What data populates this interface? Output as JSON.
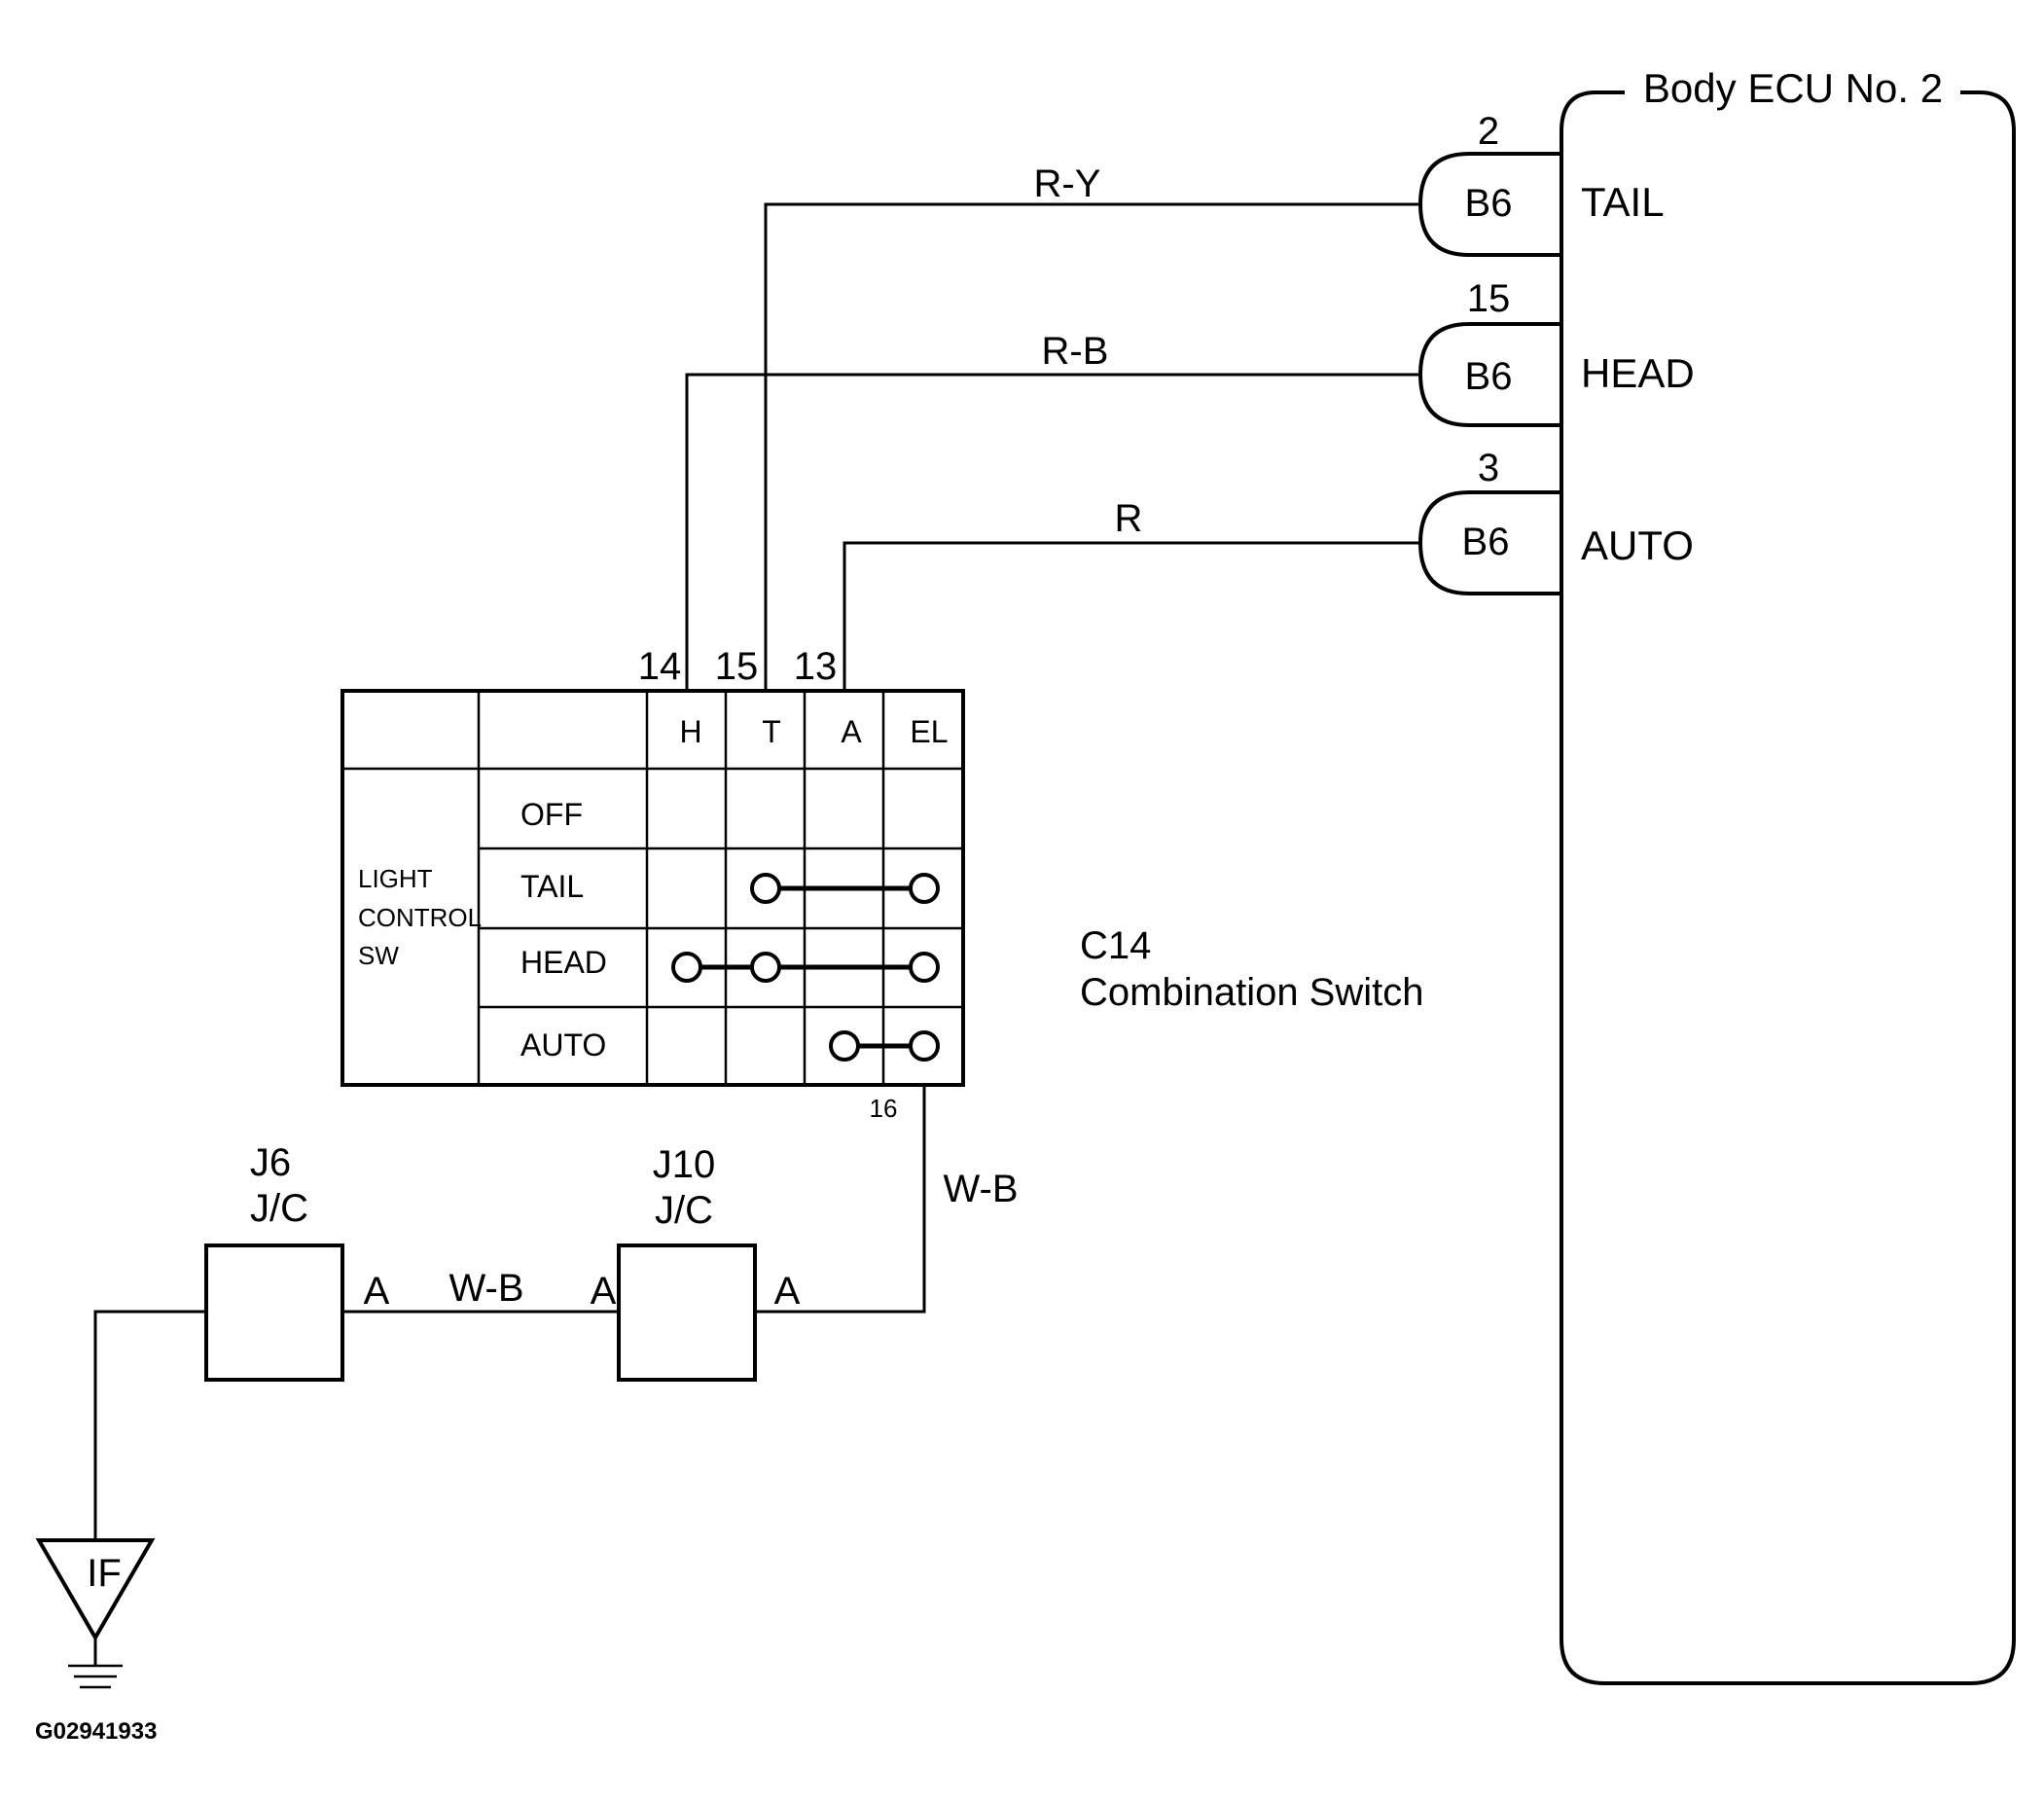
{
  "ecu": {
    "title": "Body ECU No. 2",
    "pins": [
      {
        "pin": "2",
        "connector": "B6",
        "signal": "TAIL",
        "wire": "R-Y"
      },
      {
        "pin": "15",
        "connector": "B6",
        "signal": "HEAD",
        "wire": "R-B"
      },
      {
        "pin": "3",
        "connector": "B6",
        "signal": "AUTO",
        "wire": "R"
      }
    ]
  },
  "switch": {
    "code": "C14",
    "name": "Combination Switch",
    "top_pins": [
      "14",
      "15",
      "13"
    ],
    "columns": [
      "H",
      "T",
      "A",
      "EL"
    ],
    "row_label": [
      "LIGHT",
      "CONTROL",
      "SW"
    ],
    "positions": [
      "OFF",
      "TAIL",
      "HEAD",
      "AUTO"
    ],
    "bottom_pin": "16",
    "ground_wire": "W-B"
  },
  "junctions": [
    {
      "code": "J6",
      "type": "J/C",
      "pin_right": "A"
    },
    {
      "code": "J10",
      "type": "J/C",
      "pin_left": "A",
      "pin_right": "A"
    }
  ],
  "junction_wire": "W-B",
  "ground": {
    "label": "IF"
  },
  "figure_id": "G02941933"
}
